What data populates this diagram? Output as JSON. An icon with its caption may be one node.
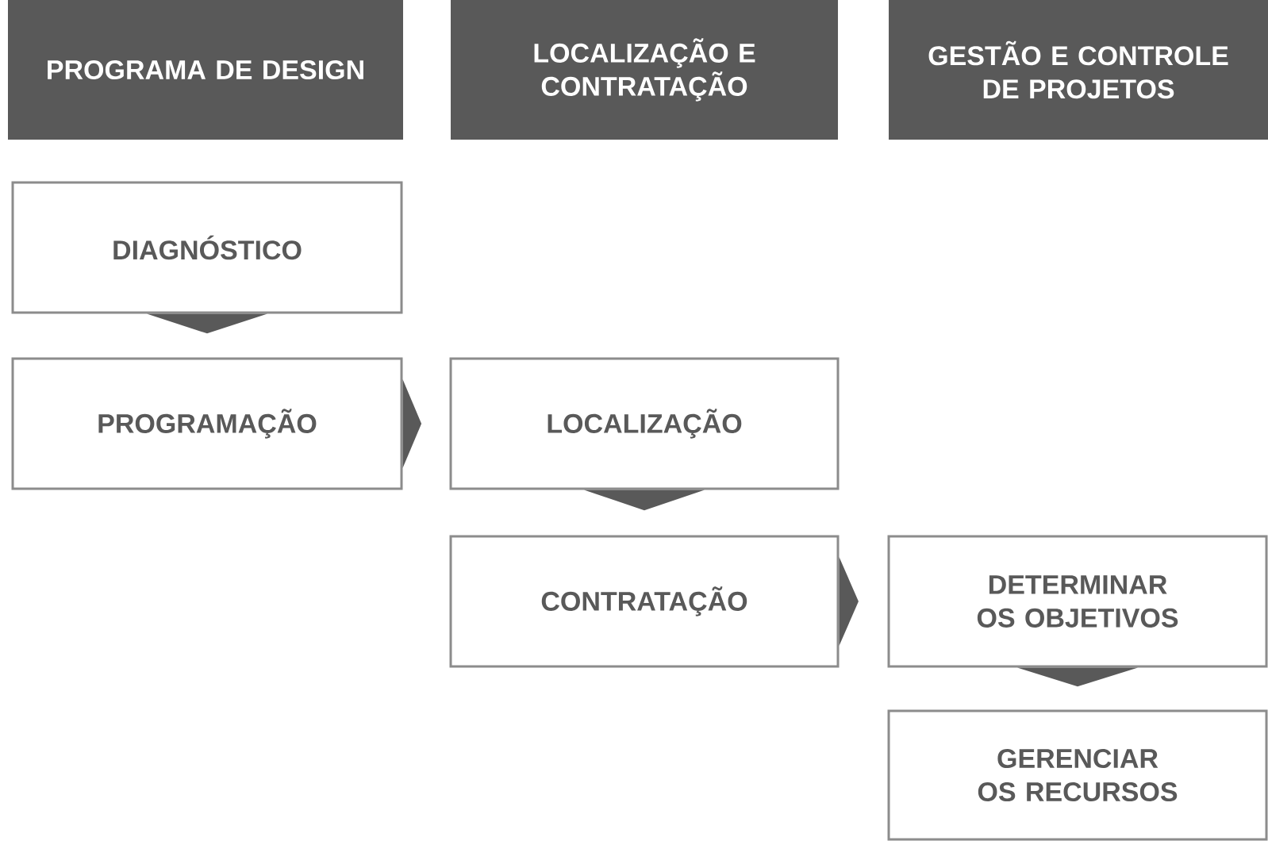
{
  "diagram": {
    "nodes": [
      {
        "text": [
          "PROGRAMA DE DESIGN"
        ]
      },
      {
        "text": [
          "LOCALIZAÇÃO E CONTRATAÇÃO"
        ]
      },
      {
        "text": [
          "GESTÃO E CONTROLE DE PROJETOS"
        ]
      },
      {
        "text": [
          "DIAGNÓSTICO"
        ]
      },
      {
        "text": [
          "PROGRAMAÇÃO"
        ]
      },
      {
        "text": [
          "LOCALIZAÇÃO"
        ]
      },
      {
        "text": [
          "CONTRATAÇÃO"
        ]
      },
      {
        "text": [
          "DETERMINAR OS OBJETIVOS"
        ]
      },
      {
        "text": [
          "GERENCIAR OS RECURSOS"
        ]
      }
    ],
    "edges": [
      {
        "from": 3,
        "to": 4,
        "arrow": "to"
      },
      {
        "from": 4,
        "to": 5,
        "arrow": "to"
      },
      {
        "from": 5,
        "to": 6,
        "arrow": "to"
      },
      {
        "from": 6,
        "to": 7,
        "arrow": "to"
      },
      {
        "from": 7,
        "to": 8,
        "arrow": "to"
      }
    ]
  }
}
